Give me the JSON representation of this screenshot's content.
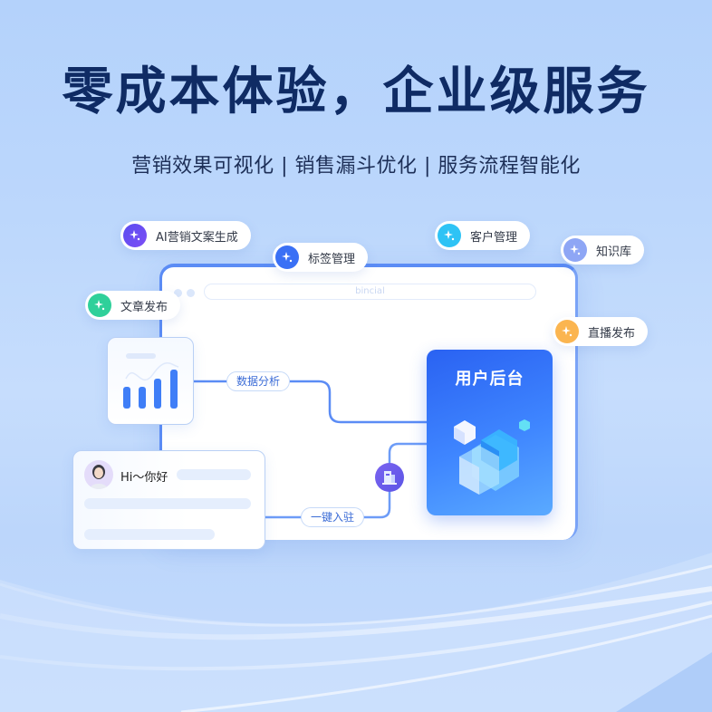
{
  "headline": "零成本体验，企业级服务",
  "subline": "营销效果可视化 | 销售漏斗优化 | 服务流程智能化",
  "window": {
    "url_text": "bincial"
  },
  "feature_pills": [
    {
      "label": "AI营销文案生成",
      "icon": "sparkle-icon",
      "color": "#6a4cf0"
    },
    {
      "label": "标签管理",
      "icon": "sparkle-icon",
      "color": "#3a70f5"
    },
    {
      "label": "客户管理",
      "icon": "sparkle-icon",
      "color": "#2ec3f5"
    },
    {
      "label": "知识库",
      "icon": "sparkle-icon",
      "color": "#8ea6f5"
    },
    {
      "label": "文章发布",
      "icon": "sparkle-icon",
      "color": "#2fd09a"
    },
    {
      "label": "直播发布",
      "icon": "sparkle-icon",
      "color": "#fbb550"
    }
  ],
  "flow": {
    "data_analysis_label": "数据分析",
    "one_click_label": "一键入驻",
    "user_backend_title": "用户后台",
    "chat_greeting": "Hi～你好"
  },
  "colors": {
    "headline": "#0f2b64",
    "accent_blue": "#3f7ef7",
    "background": "#bcd6fb"
  }
}
